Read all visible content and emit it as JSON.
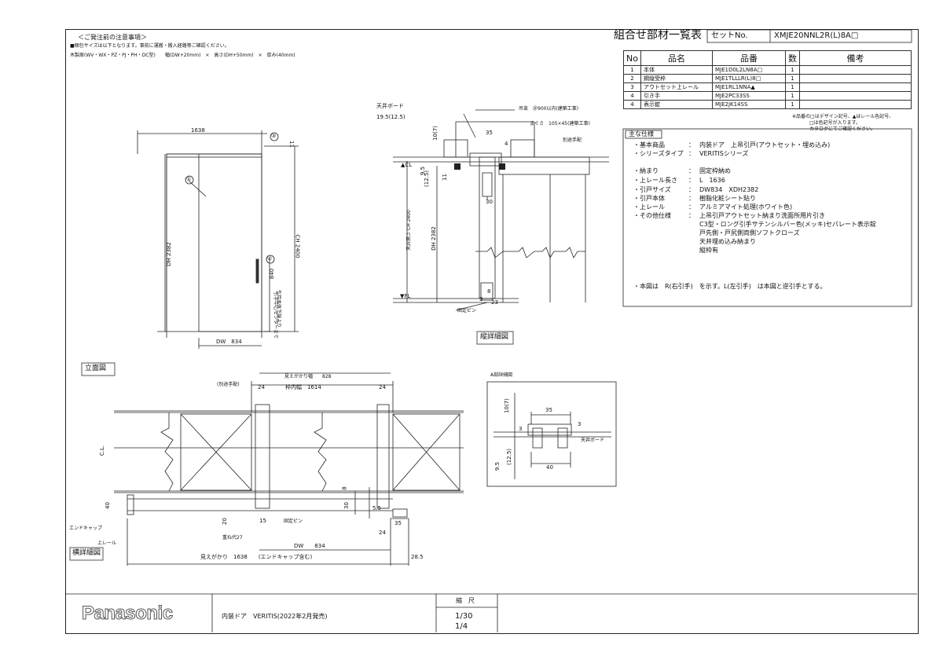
{
  "notice": {
    "heading": "＜ご発注前の注意事項＞",
    "line1": "■梱包サイズは以下となります。事前に運搬・搬入経路等ご確認ください。",
    "line2": "木製扉(WV・WX・PZ・PJ・PH・DC型)　　幅(DW+20mm)　×　高さ(DH+50mm)　×　厚み(40mm)"
  },
  "header": {
    "title": "組合せ部材一覧表",
    "set_label": "セットNo.",
    "set_no": "XMJE20NNL2R(L)8A□"
  },
  "parts_table": {
    "headers": [
      "No",
      "品名",
      "品番",
      "数",
      "備考"
    ],
    "rows": [
      [
        "1",
        "本体",
        "MJE1D0L2LN8A□",
        "1",
        ""
      ],
      [
        "2",
        "鋼縦受枠",
        "MJE1TLLLR(L)8□",
        "1",
        ""
      ],
      [
        "3",
        "アウトセット上レール",
        "MJE1RL1NNA▲",
        "1",
        ""
      ],
      [
        "4",
        "引き手",
        "MJE2PC33SS",
        "1",
        ""
      ],
      [
        "4",
        "表示錠",
        "MJE2JK14SS",
        "1",
        ""
      ]
    ],
    "note1": "※品番の□はデザイン記号、▲はレール色記号、",
    "note2": "□は色記号が入ります。",
    "note3": "カタログにてご確認ください。"
  },
  "specs": {
    "title": "主な仕様",
    "rows": [
      [
        "・基本商品",
        "：",
        "内装ドア　上吊引戸(アウトセット・埋め込み)"
      ],
      [
        "・シリーズタイプ",
        "：",
        "VERITISシリーズ"
      ],
      [
        "・納まり",
        "：",
        "固定枠納め"
      ],
      [
        "・上レール長さ",
        "：",
        "L　1636"
      ],
      [
        "・引戸サイズ",
        "：",
        "DW834　XDH2382"
      ],
      [
        "・引戸本体",
        "：",
        "樹脂化粧シート貼り"
      ],
      [
        "・上レール",
        "：",
        "アルミアマイト処理(ホワイト色)"
      ],
      [
        "・その他仕様",
        "：",
        "上吊引戸アウトセット納まり洗面所用片引き"
      ]
    ],
    "extra": [
      "C3型・ロング引手サテンシルバー色(メッキ)セパレート表示錠",
      "戸先側・戸尻側両側ソフトクローズ",
      "天井埋め込み納まり",
      "縦枠有"
    ],
    "footnote": "・本図は　R(右引手)　を示す。L(左引手)　は本図と逆引手とする。"
  },
  "elevation": {
    "label": "立面図",
    "width_total": "1638",
    "dw": "DW　834",
    "dh": "DH 2382",
    "ch": "CH 2400",
    "handle_height": "840",
    "handle_note1": "引戸本体下端より",
    "handle_note2": "引手中心センターまで",
    "dim_11": "11",
    "callouts": [
      "①",
      "③",
      "④"
    ]
  },
  "vertical_section": {
    "label": "縦詳細図",
    "ceiling_board": "天井ボード",
    "dim_195": "19.5(12.5)",
    "dim_10_7": "10(7)",
    "dim_35": "35",
    "dim_4": "4",
    "wood_note": "吊束　＠900以内(建築工事)",
    "beam_note": "まぐさ　105×45(建築工事)",
    "extra_hand": "別途手配",
    "dim_11": "11",
    "dim_95": "9.5",
    "dim_125": "(12.5)",
    "cl": "▲CL",
    "fl": "▼FL",
    "ch_label": "天井高さ CH 2400",
    "dh": "DH 2382",
    "dim_30": "30",
    "dim_8": "8",
    "dim_3": "3",
    "dim_23": "23",
    "fixed_pin": "固定ピン"
  },
  "horizontal_section": {
    "label": "横詳細図",
    "visible_width": "見えがかり幅　　828",
    "extra_hand": "(別途手配)",
    "inner_width": "枠内幅　1614",
    "dim_24a": "24",
    "dim_24b": "24",
    "cl": "C.L.",
    "dim_40": "40",
    "dim_8": "8",
    "dim_30": "30",
    "dim_55": "5.5",
    "dim_35": "35",
    "dim_24c": "24",
    "dim_20": "20",
    "dim_15": "15",
    "fixed_pin": "固定ピン",
    "endcap": "エンドキャップ",
    "top_rail": "上レール",
    "overlap": "重ね代27",
    "dw": "DW　　834",
    "total": "見えがかり　1638　　(エンドキャップ含む)",
    "dim_285": "28.5"
  },
  "detail_inset": {
    "title": "A部詳細図",
    "dim_10_7": "10(7)",
    "dim_35": "35",
    "dim_3a": "3",
    "dim_3b": "3",
    "ceiling": "天井ボード",
    "dim_95": "9.5",
    "dim_125": "(12.5)",
    "dim_40": "40"
  },
  "footer": {
    "brand": "Panasonic",
    "product": "内装ドア　VERITIS(2022年2月発売)",
    "scale_label": "縮　尺",
    "scale1": "1/30",
    "scale2": "1/4"
  }
}
